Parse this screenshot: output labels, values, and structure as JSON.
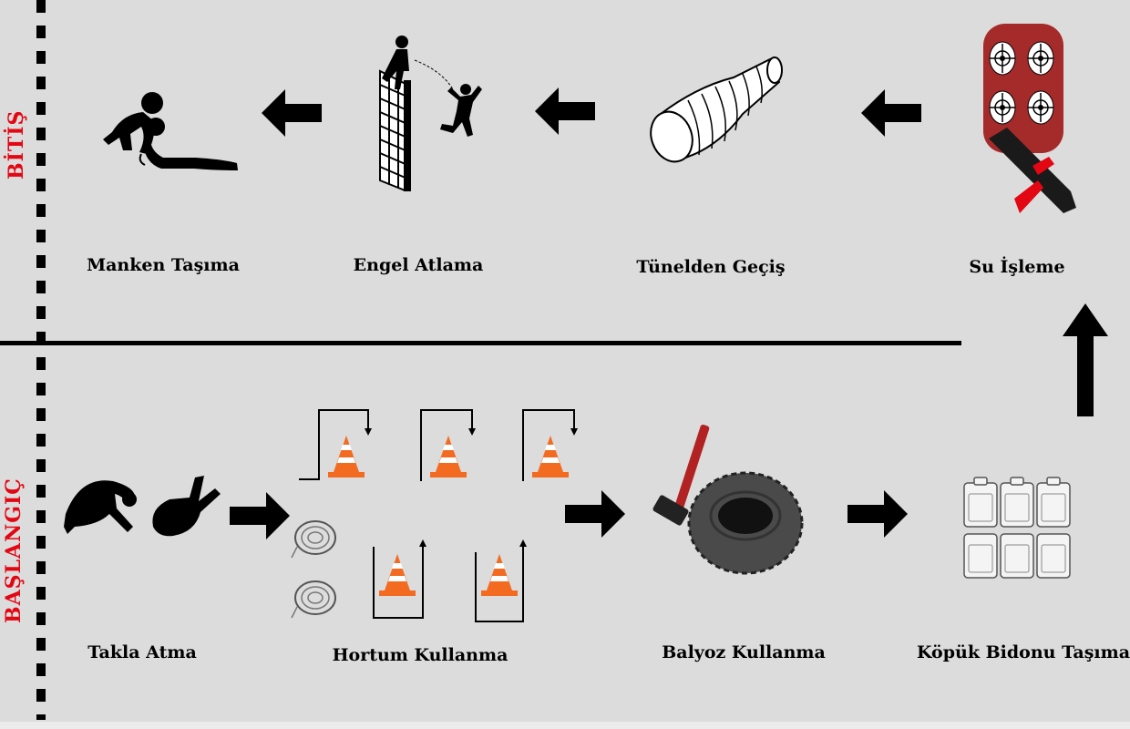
{
  "side_labels": {
    "finish": "BİTİŞ",
    "start": "BAŞLANGIÇ"
  },
  "stations": {
    "manken": "Manken Taşıma",
    "engel": "Engel Atlama",
    "tunel": "Tünelden Geçiş",
    "su": "Su İşleme",
    "takla": "Takla Atma",
    "hortum": "Hortum Kullanma",
    "balyoz": "Balyoz Kullanma",
    "kopuk": "Köpük Bidonu Taşıma"
  },
  "icons": {
    "manken": "mannequin-carry-icon",
    "engel": "wall-climb-icon",
    "tunel": "tunnel-icon",
    "su": "target-nozzle-icon",
    "takla": "somersault-icon",
    "hortum": "hose-cones-icon",
    "balyoz": "sledgehammer-tire-icon",
    "kopuk": "foam-jerrycans-icon"
  },
  "colors": {
    "background": "#dcdcdc",
    "label_red": "#e30613",
    "cone_orange": "#f26b21",
    "target_red": "#a52a2a",
    "ink": "#000000"
  }
}
